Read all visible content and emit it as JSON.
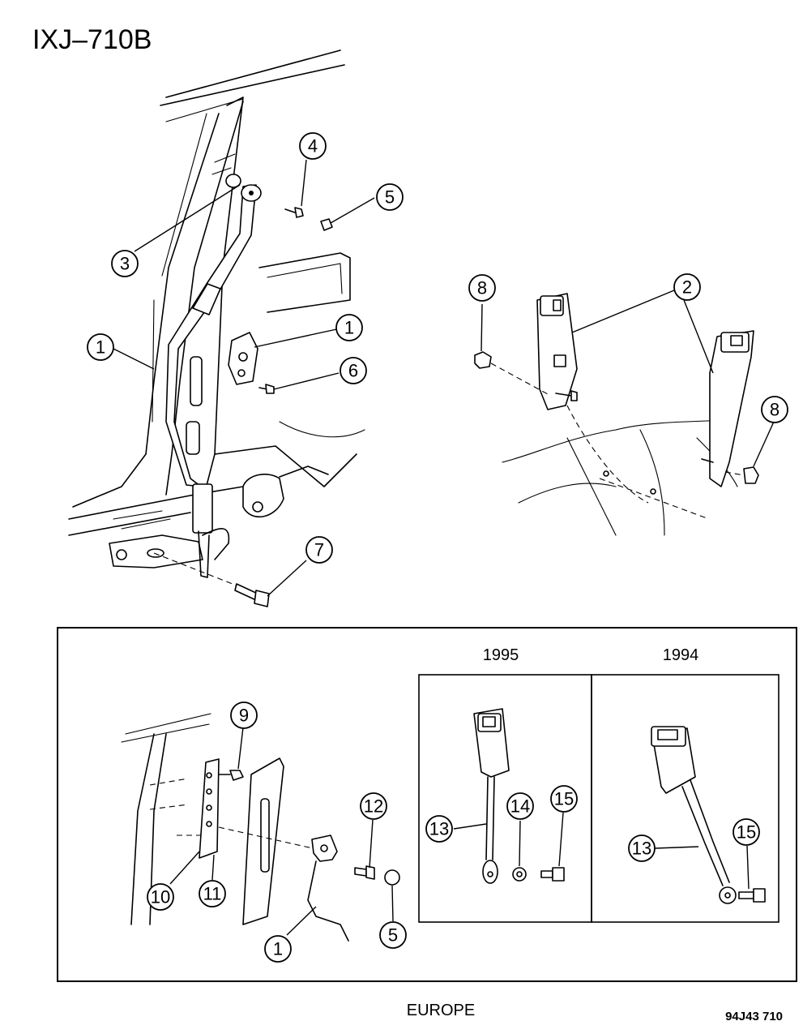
{
  "diagram_id": "IXJ–710B",
  "region_label": "EUROPE",
  "drawing_code": "94J43 710",
  "years": {
    "left": "1995",
    "right": "1994"
  },
  "callouts": {
    "c1a": "1",
    "c1b": "1",
    "c1c": "1",
    "c2": "2",
    "c3": "3",
    "c4": "4",
    "c5a": "5",
    "c5b": "5",
    "c6": "6",
    "c7": "7",
    "c8a": "8",
    "c8b": "8",
    "c9": "9",
    "c10": "10",
    "c11": "11",
    "c12": "12",
    "c13a": "13",
    "c13b": "13",
    "c14": "14",
    "c15a": "15",
    "c15b": "15"
  }
}
